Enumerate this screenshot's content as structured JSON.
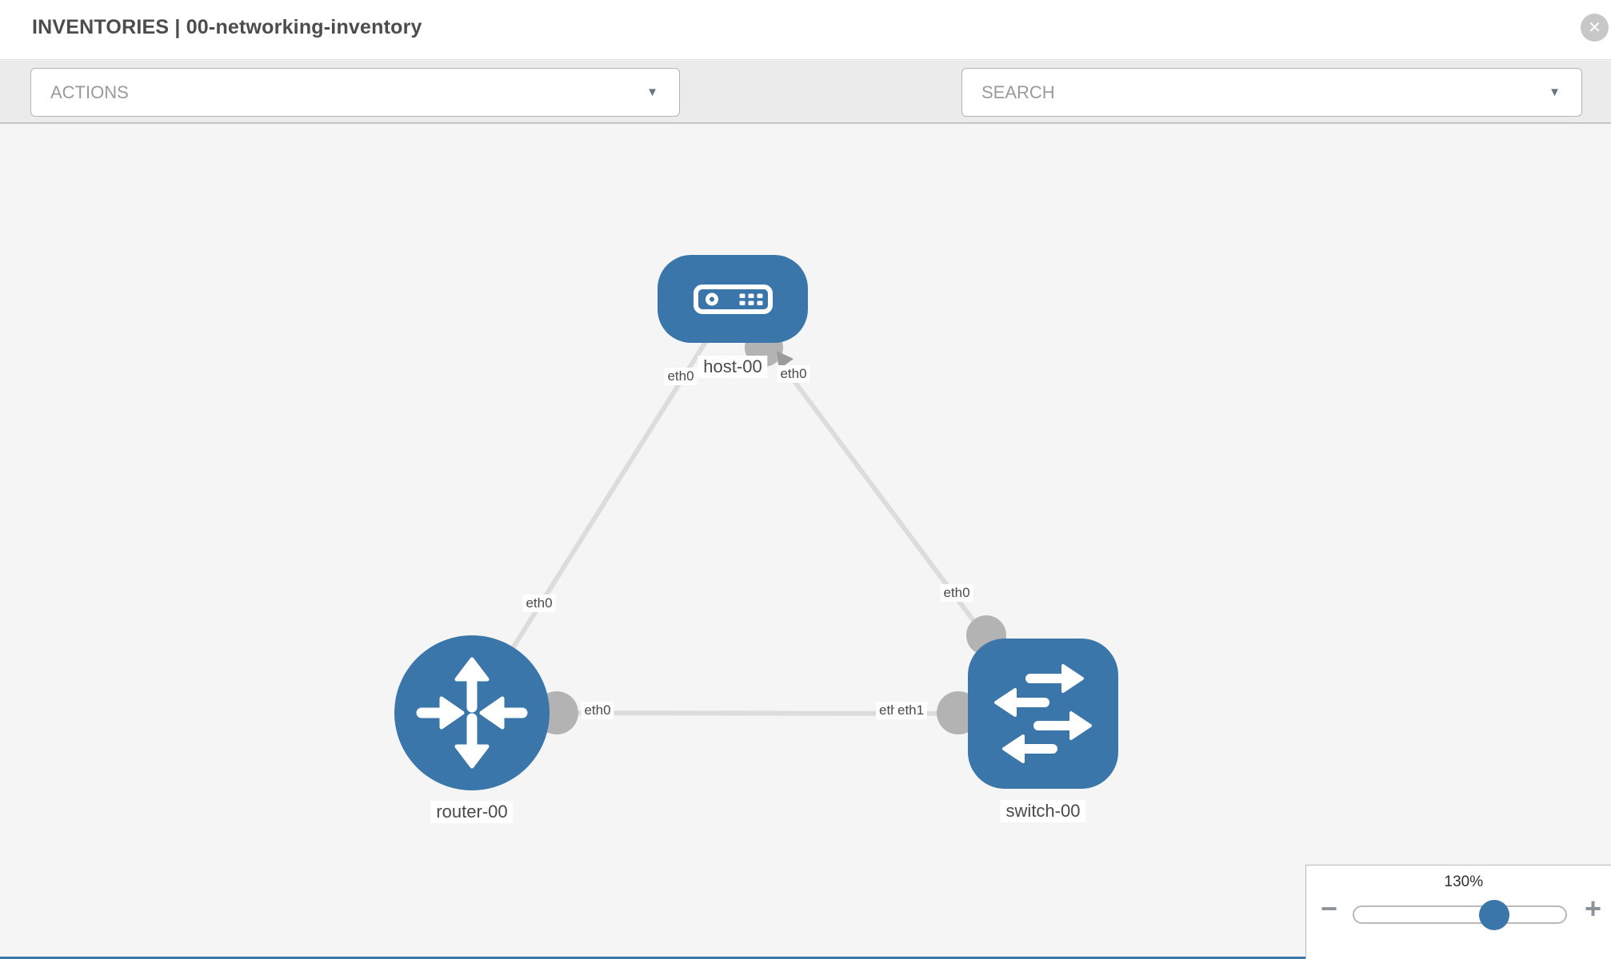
{
  "header": {
    "title": "INVENTORIES | 00-networking-inventory",
    "close_glyph": "✕"
  },
  "toolbar": {
    "actions_label": "ACTIONS",
    "search_placeholder": "SEARCH",
    "caret_glyph": "▼"
  },
  "topology": {
    "nodes": [
      {
        "id": "host-00",
        "type": "host",
        "label": "host-00"
      },
      {
        "id": "router-00",
        "type": "router",
        "label": "router-00"
      },
      {
        "id": "switch-00",
        "type": "switch",
        "label": "switch-00"
      }
    ],
    "links": [
      {
        "from": "host-00",
        "to": "router-00",
        "from_interface": "eth0",
        "to_interface": "eth0"
      },
      {
        "from": "host-00",
        "to": "switch-00",
        "from_interface": "eth0",
        "to_interface": "eth0"
      },
      {
        "from": "router-00",
        "to": "switch-00",
        "from_interface": "eth0",
        "to_interfaces": [
          "eth0",
          "eth1"
        ],
        "visible_overlap_text": "etleth1"
      }
    ],
    "node_labels": {
      "host": "host-00",
      "router": "router-00",
      "switch": "switch-00"
    },
    "interface_labels": {
      "host_left": "eth0",
      "host_right": "eth0",
      "host_router_mid": "eth0",
      "host_switch_mid": "eth0",
      "rs_router_end": "eth0",
      "rs_switch_end_back": "eth0",
      "rs_switch_end_front": "eth1"
    }
  },
  "zoom_control": {
    "level": "130%",
    "minus_glyph": "−",
    "plus_glyph": "+"
  },
  "colors": {
    "node_blue": "#3b76ab",
    "link_gray": "#dcdcdc",
    "connector_gray": "#b3b3b3",
    "canvas_bg": "#f5f5f5",
    "toolbar_bg": "#ebebeb"
  }
}
